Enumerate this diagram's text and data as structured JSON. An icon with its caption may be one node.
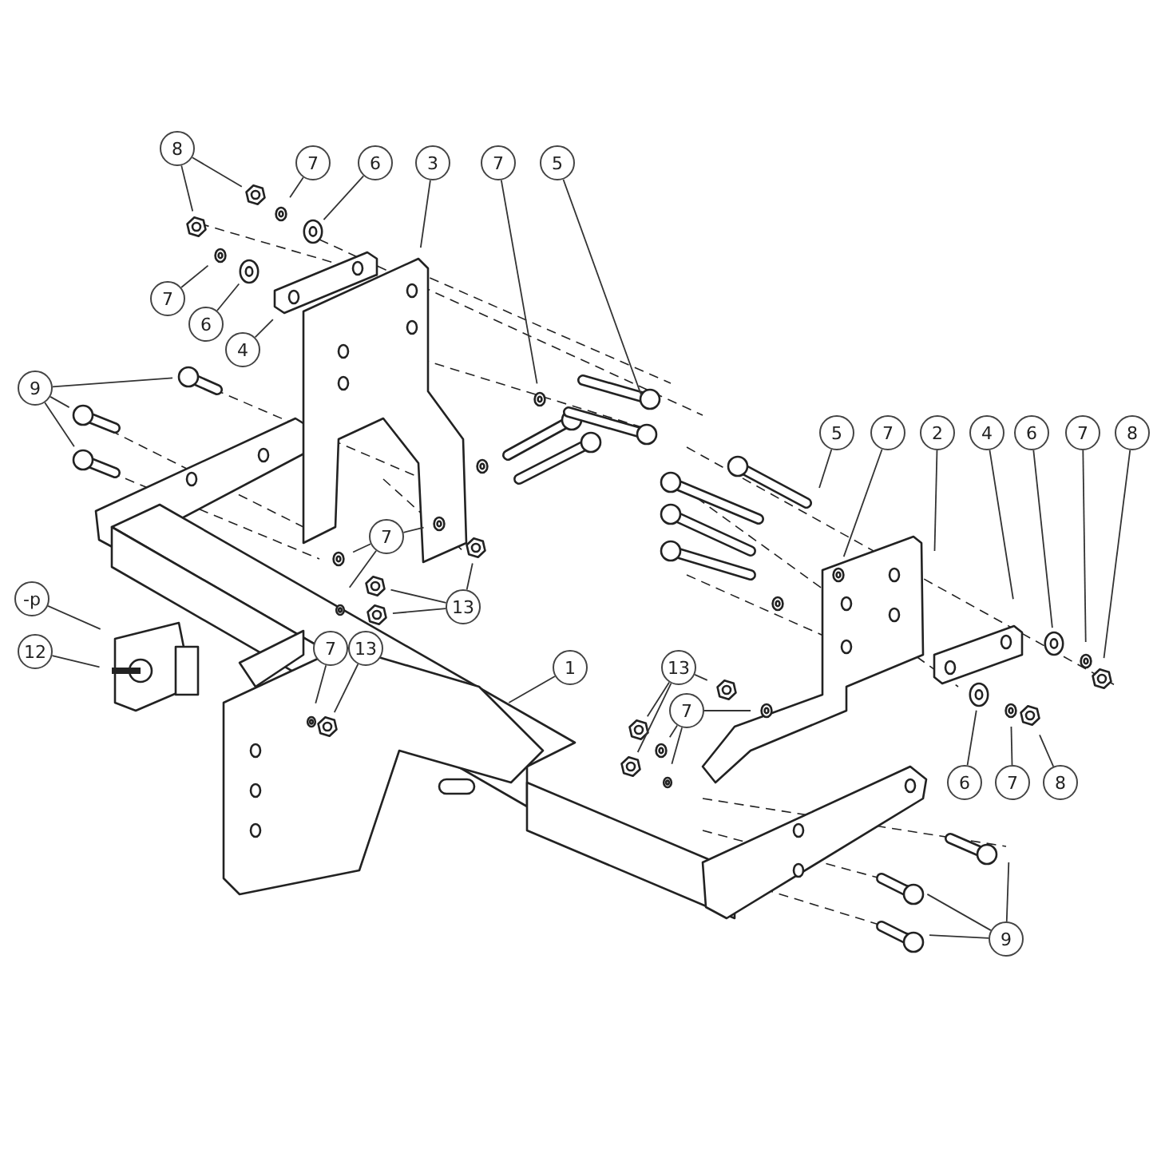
{
  "diagram": {
    "nodes": [
      {
        "text": [
          "8"
        ]
      },
      {
        "text": [
          "7"
        ]
      },
      {
        "text": [
          "6"
        ]
      },
      {
        "text": [
          "3"
        ]
      },
      {
        "text": [
          "7"
        ]
      },
      {
        "text": [
          "5"
        ]
      },
      {
        "text": [
          "7"
        ]
      },
      {
        "text": [
          "6"
        ]
      },
      {
        "text": [
          "4"
        ]
      },
      {
        "text": [
          "9"
        ]
      },
      {
        "text": [
          "5"
        ]
      },
      {
        "text": [
          "7"
        ]
      },
      {
        "text": [
          "2"
        ]
      },
      {
        "text": [
          "4"
        ]
      },
      {
        "text": [
          "6"
        ]
      },
      {
        "text": [
          "7"
        ]
      },
      {
        "text": [
          "8"
        ]
      },
      {
        "text": [
          "7"
        ]
      },
      {
        "text": [
          "-p"
        ]
      },
      {
        "text": [
          "13"
        ]
      },
      {
        "text": [
          "7"
        ]
      },
      {
        "text": [
          "13"
        ]
      },
      {
        "text": [
          "12"
        ]
      },
      {
        "text": [
          "13"
        ]
      },
      {
        "text": [
          "1"
        ]
      },
      {
        "text": [
          "7"
        ]
      },
      {
        "text": [
          "6"
        ]
      },
      {
        "text": [
          "7"
        ]
      },
      {
        "text": [
          "8"
        ]
      },
      {
        "text": [
          "9"
        ]
      }
    ],
    "edges": [
      {
        "from": 0,
        "to": null,
        "arrow": "none"
      },
      {
        "from": 0,
        "to": null,
        "arrow": "none"
      },
      {
        "from": 1,
        "to": null,
        "arrow": "none"
      },
      {
        "from": 2,
        "to": null,
        "arrow": "none"
      },
      {
        "from": 3,
        "to": null,
        "arrow": "none"
      },
      {
        "from": 4,
        "to": null,
        "arrow": "none"
      },
      {
        "from": 5,
        "to": null,
        "arrow": "none"
      },
      {
        "from": 6,
        "to": null,
        "arrow": "none"
      },
      {
        "from": 7,
        "to": null,
        "arrow": "none"
      },
      {
        "from": 8,
        "to": null,
        "arrow": "none"
      },
      {
        "from": 9,
        "to": null,
        "arrow": "none"
      },
      {
        "from": 9,
        "to": null,
        "arrow": "none"
      },
      {
        "from": 9,
        "to": null,
        "arrow": "none"
      },
      {
        "from": 10,
        "to": null,
        "arrow": "none"
      },
      {
        "from": 11,
        "to": null,
        "arrow": "none"
      },
      {
        "from": 12,
        "to": null,
        "arrow": "none"
      },
      {
        "from": 13,
        "to": null,
        "arrow": "none"
      },
      {
        "from": 14,
        "to": null,
        "arrow": "none"
      },
      {
        "from": 15,
        "to": null,
        "arrow": "none"
      },
      {
        "from": 16,
        "to": null,
        "arrow": "none"
      },
      {
        "from": 17,
        "to": null,
        "arrow": "none"
      },
      {
        "from": 17,
        "to": null,
        "arrow": "none"
      },
      {
        "from": 17,
        "to": null,
        "arrow": "none"
      },
      {
        "from": 18,
        "to": null,
        "arrow": "none"
      },
      {
        "from": 19,
        "to": null,
        "arrow": "none"
      },
      {
        "from": 19,
        "to": null,
        "arrow": "none"
      },
      {
        "from": 19,
        "to": null,
        "arrow": "none"
      },
      {
        "from": 20,
        "to": null,
        "arrow": "none"
      },
      {
        "from": 21,
        "to": null,
        "arrow": "none"
      },
      {
        "from": 22,
        "to": null,
        "arrow": "none"
      },
      {
        "from": 23,
        "to": null,
        "arrow": "none"
      },
      {
        "from": 23,
        "to": null,
        "arrow": "none"
      },
      {
        "from": 23,
        "to": null,
        "arrow": "none"
      },
      {
        "from": 24,
        "to": null,
        "arrow": "none"
      },
      {
        "from": 25,
        "to": null,
        "arrow": "none"
      },
      {
        "from": 25,
        "to": null,
        "arrow": "none"
      },
      {
        "from": 25,
        "to": null,
        "arrow": "none"
      },
      {
        "from": 26,
        "to": null,
        "arrow": "none"
      },
      {
        "from": 27,
        "to": null,
        "arrow": "none"
      },
      {
        "from": 28,
        "to": null,
        "arrow": "none"
      },
      {
        "from": 29,
        "to": null,
        "arrow": "none"
      },
      {
        "from": 29,
        "to": null,
        "arrow": "none"
      },
      {
        "from": 29,
        "to": null,
        "arrow": "none"
      }
    ]
  }
}
